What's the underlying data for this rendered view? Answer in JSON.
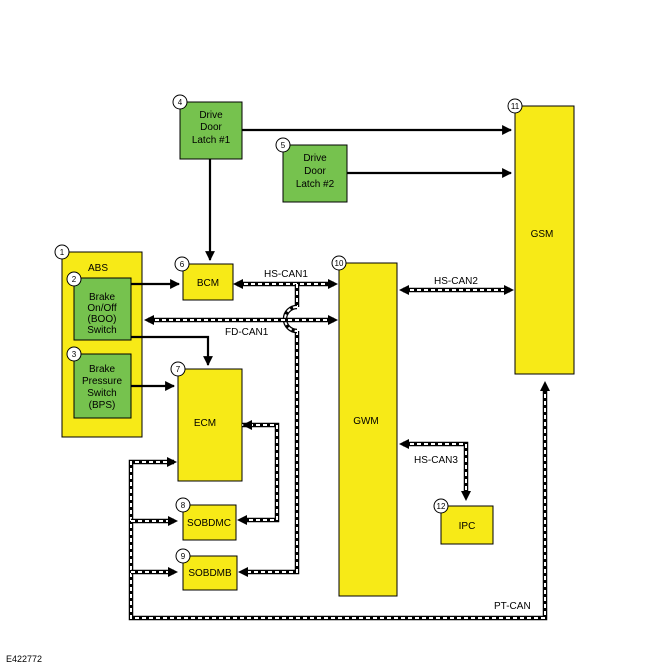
{
  "colors": {
    "module": "#f7ea17",
    "switch": "#76c24e",
    "line": "#000000"
  },
  "modules": {
    "abs": {
      "num": "1",
      "label": [
        "ABS"
      ]
    },
    "boo": {
      "num": "2",
      "label": [
        "Brake",
        "On/Off",
        "(BOO)",
        "Switch"
      ]
    },
    "bps": {
      "num": "3",
      "label": [
        "Brake",
        "Pressure",
        "Switch",
        "(BPS)"
      ]
    },
    "ddl1": {
      "num": "4",
      "label": [
        "Drive",
        "Door",
        "Latch #1"
      ]
    },
    "ddl2": {
      "num": "5",
      "label": [
        "Drive",
        "Door",
        "Latch #2"
      ]
    },
    "bcm": {
      "num": "6",
      "label": [
        "BCM"
      ]
    },
    "ecm": {
      "num": "7",
      "label": [
        "ECM"
      ]
    },
    "sobdmc": {
      "num": "8",
      "label": [
        "SOBDMC"
      ]
    },
    "sobdmb": {
      "num": "9",
      "label": [
        "SOBDMB"
      ]
    },
    "gwm": {
      "num": "10",
      "label": [
        "GWM"
      ]
    },
    "gsm": {
      "num": "11",
      "label": [
        "GSM"
      ]
    },
    "ipc": {
      "num": "12",
      "label": [
        "IPC"
      ]
    }
  },
  "buses": {
    "hs_can1": "HS-CAN1",
    "hs_can2": "HS-CAN2",
    "hs_can3": "HS-CAN3",
    "fd_can1": "FD-CAN1",
    "pt_can": "PT-CAN"
  },
  "figure_id": "E422772"
}
